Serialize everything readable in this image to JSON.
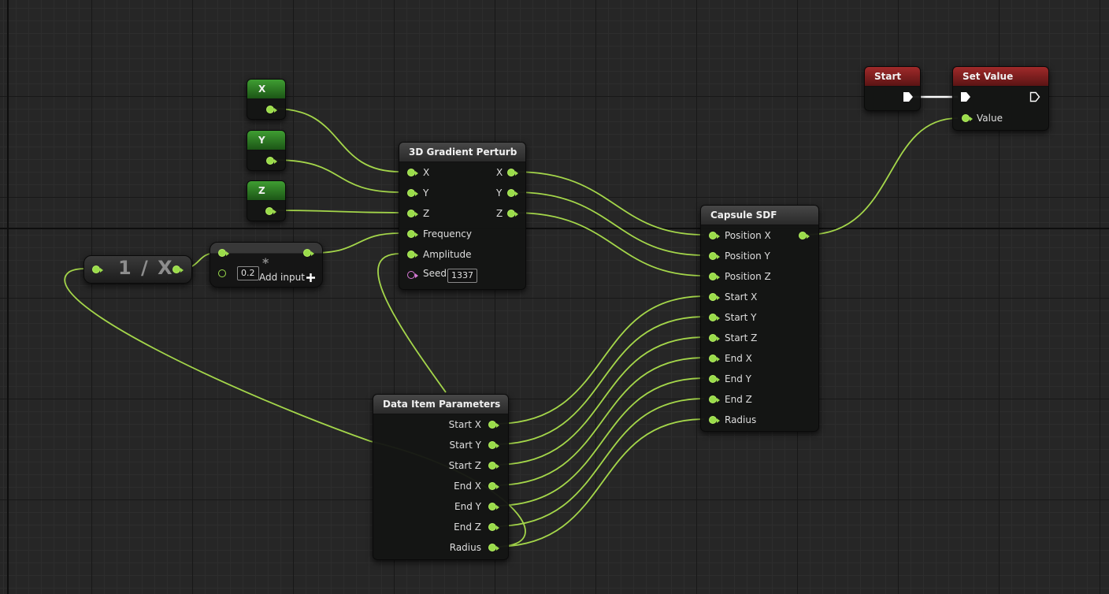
{
  "graph": {
    "nodes": {
      "x": {
        "title": "X"
      },
      "y": {
        "title": "Y"
      },
      "z": {
        "title": "Z"
      },
      "reciprocal": {
        "label": "1 / X"
      },
      "multiply": {
        "value": "0.2",
        "op_symbol": "*",
        "add_input_label": "Add input"
      },
      "gradient_perturb": {
        "title": "3D Gradient Perturb",
        "inputs": [
          "X",
          "Y",
          "Z",
          "Frequency",
          "Amplitude"
        ],
        "seed_label": "Seed",
        "seed_value": "1337",
        "outputs": [
          "X",
          "Y",
          "Z"
        ]
      },
      "capsule_sdf": {
        "title": "Capsule SDF",
        "inputs": [
          "Position X",
          "Position Y",
          "Position Z",
          "Start X",
          "Start Y",
          "Start Z",
          "End X",
          "End Y",
          "End Z",
          "Radius"
        ]
      },
      "data_item_parameters": {
        "title": "Data Item Parameters",
        "outputs": [
          "Start X",
          "Start Y",
          "Start Z",
          "End X",
          "End Y",
          "End Z",
          "Radius"
        ]
      },
      "start": {
        "title": "Start"
      },
      "set_value": {
        "title": "Set Value",
        "input_label": "Value"
      }
    },
    "colors": {
      "wire": "#a4d64a",
      "pin": "#9adc4a",
      "seed_pin": "#d87ad8",
      "variable_header": "#3f9d32",
      "event_header": "#a02a2a",
      "function_header": "#3a3a3a"
    }
  }
}
